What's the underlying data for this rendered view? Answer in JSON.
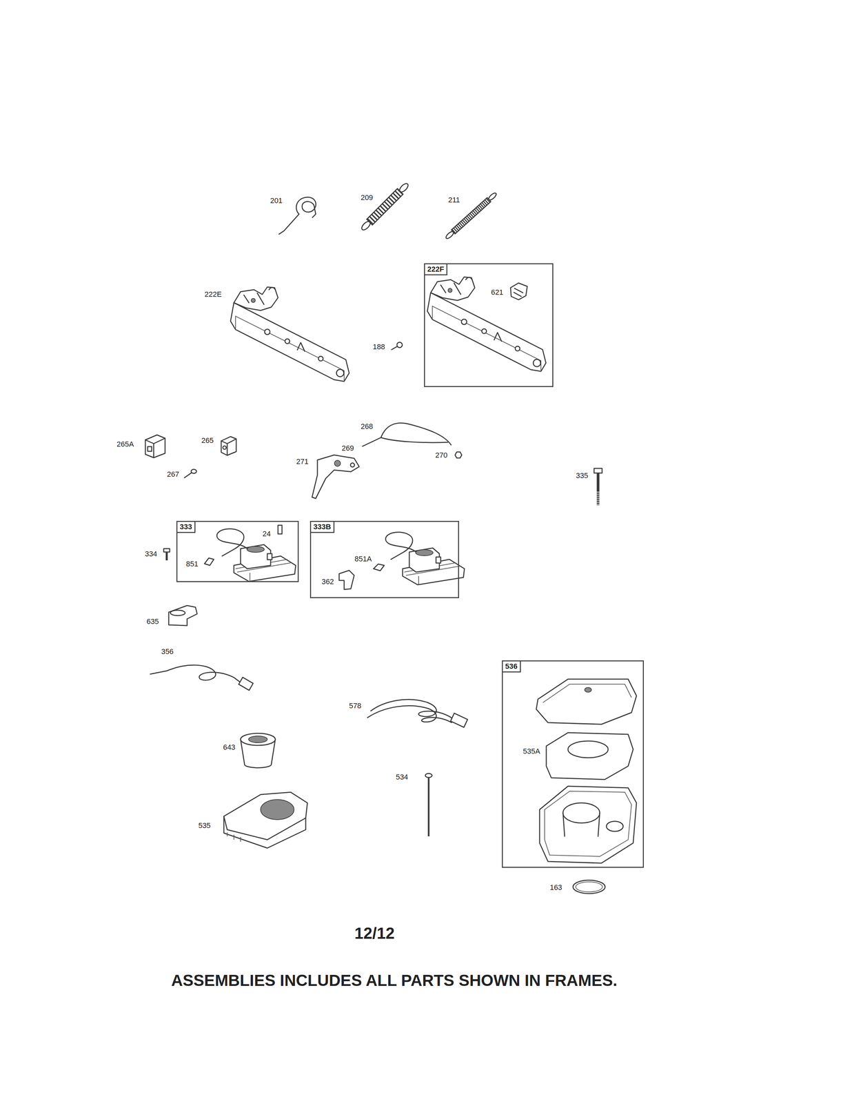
{
  "diagram": {
    "nodes": [
      {
        "text": [
          "222F",
          "621"
        ]
      },
      {
        "text": [
          "333",
          "24",
          "851"
        ]
      },
      {
        "text": [
          "333B",
          "851A",
          "362"
        ]
      },
      {
        "text": [
          "536",
          "535A"
        ]
      }
    ],
    "labels": [
      "201",
      "209",
      "211",
      "222E",
      "188",
      "265A",
      "265",
      "267",
      "268",
      "269",
      "270",
      "271",
      "335",
      "334",
      "635",
      "356",
      "578",
      "643",
      "534",
      "535",
      "163",
      "12/12",
      "ASSEMBLIES INCLUDES ALL PARTS SHOWN IN FRAMES."
    ]
  }
}
